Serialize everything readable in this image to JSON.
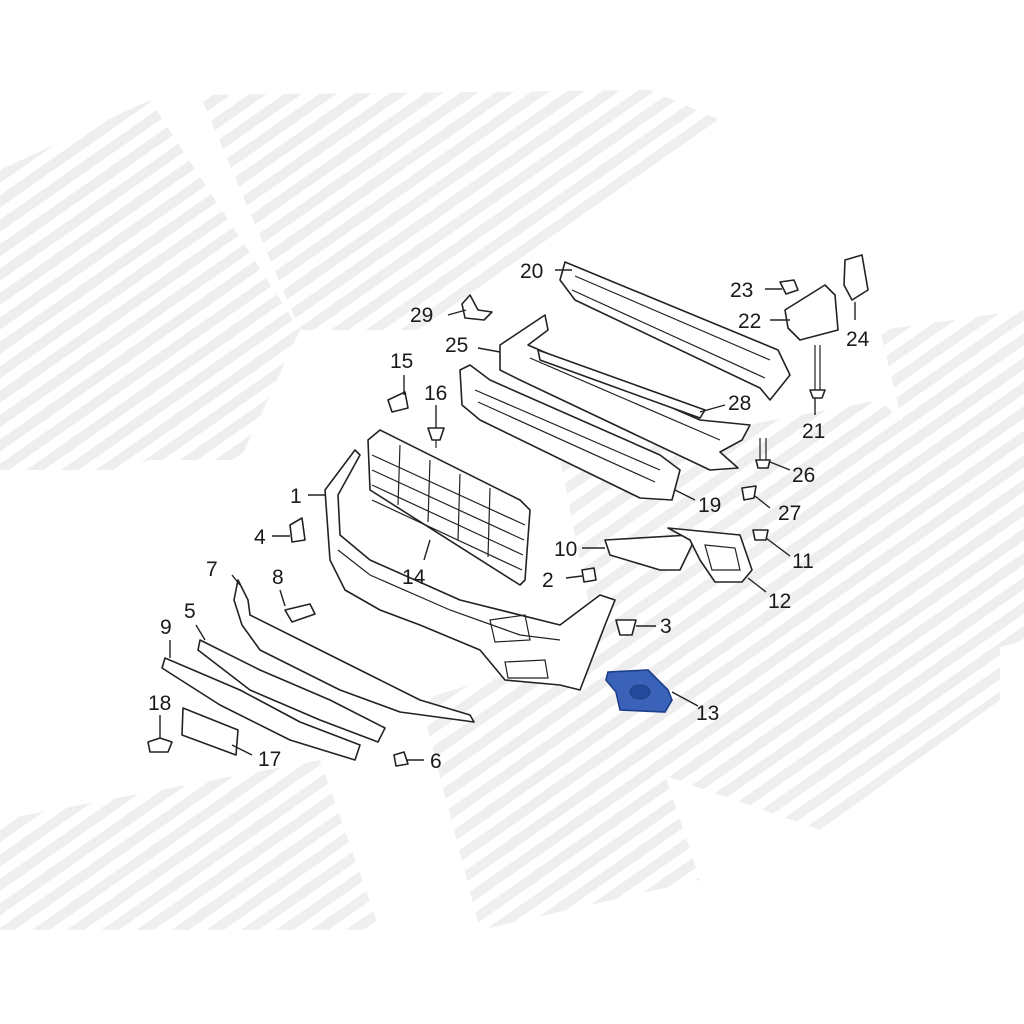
{
  "callouts": [
    {
      "id": "1",
      "text": "1"
    },
    {
      "id": "2",
      "text": "2"
    },
    {
      "id": "3",
      "text": "3"
    },
    {
      "id": "4",
      "text": "4"
    },
    {
      "id": "5",
      "text": "5"
    },
    {
      "id": "6",
      "text": "6"
    },
    {
      "id": "7",
      "text": "7"
    },
    {
      "id": "8",
      "text": "8"
    },
    {
      "id": "9",
      "text": "9"
    },
    {
      "id": "10",
      "text": "10"
    },
    {
      "id": "11",
      "text": "11"
    },
    {
      "id": "12",
      "text": "12"
    },
    {
      "id": "13",
      "text": "13"
    },
    {
      "id": "14",
      "text": "14"
    },
    {
      "id": "15",
      "text": "15"
    },
    {
      "id": "16",
      "text": "16"
    },
    {
      "id": "17",
      "text": "17"
    },
    {
      "id": "18",
      "text": "18"
    },
    {
      "id": "19",
      "text": "19"
    },
    {
      "id": "20",
      "text": "20"
    },
    {
      "id": "21",
      "text": "21"
    },
    {
      "id": "22",
      "text": "22"
    },
    {
      "id": "23",
      "text": "23"
    },
    {
      "id": "24",
      "text": "24"
    },
    {
      "id": "25",
      "text": "25"
    },
    {
      "id": "26",
      "text": "26"
    },
    {
      "id": "27",
      "text": "27"
    },
    {
      "id": "28",
      "text": "28"
    },
    {
      "id": "29",
      "text": "29"
    }
  ],
  "highlight_color": "#3a62b8",
  "highlighted_part": "13"
}
